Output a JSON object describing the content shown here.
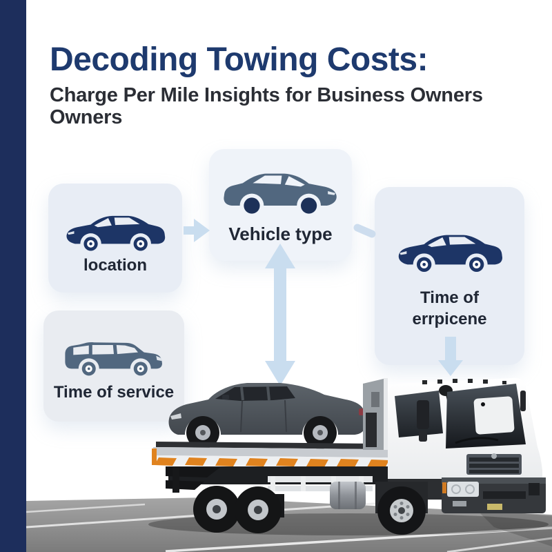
{
  "page": {
    "background": "#ffffff",
    "accent_bar_color": "#1d2e5c"
  },
  "header": {
    "title": "Decoding Towing Costs:",
    "subtitle_line1": "Charge Per Mile Insights for Business Owners",
    "subtitle_line2": "Owners",
    "title_color": "#1e3a6e",
    "subtitle_color": "#2b2e35"
  },
  "diagram": {
    "box_bg": "#e8edf5",
    "box_bg_light": "#eff3f9",
    "arrow_color": "#c9ddef",
    "icon_navy": "#1d3566",
    "icon_slate": "#51677f",
    "wheel_navy": "#1d3159",
    "window_cutout": "#e9edf4",
    "label_color": "#202735",
    "nodes": [
      {
        "id": "location",
        "label": "location",
        "icon": "sedan-left-icon"
      },
      {
        "id": "vehicle-type",
        "label": "Vehicle type",
        "icon": "car-right-icon"
      },
      {
        "id": "time-of-errpicene",
        "label_line1": "Time of",
        "label_line2": "errpicene",
        "icon": "sedan-left-icon"
      },
      {
        "id": "time-of-service",
        "label": "Time of service",
        "icon": "suv-right-icon"
      }
    ]
  },
  "photo": {
    "alt": "Flatbed tow truck carrying a gray sedan in a parking lot"
  }
}
